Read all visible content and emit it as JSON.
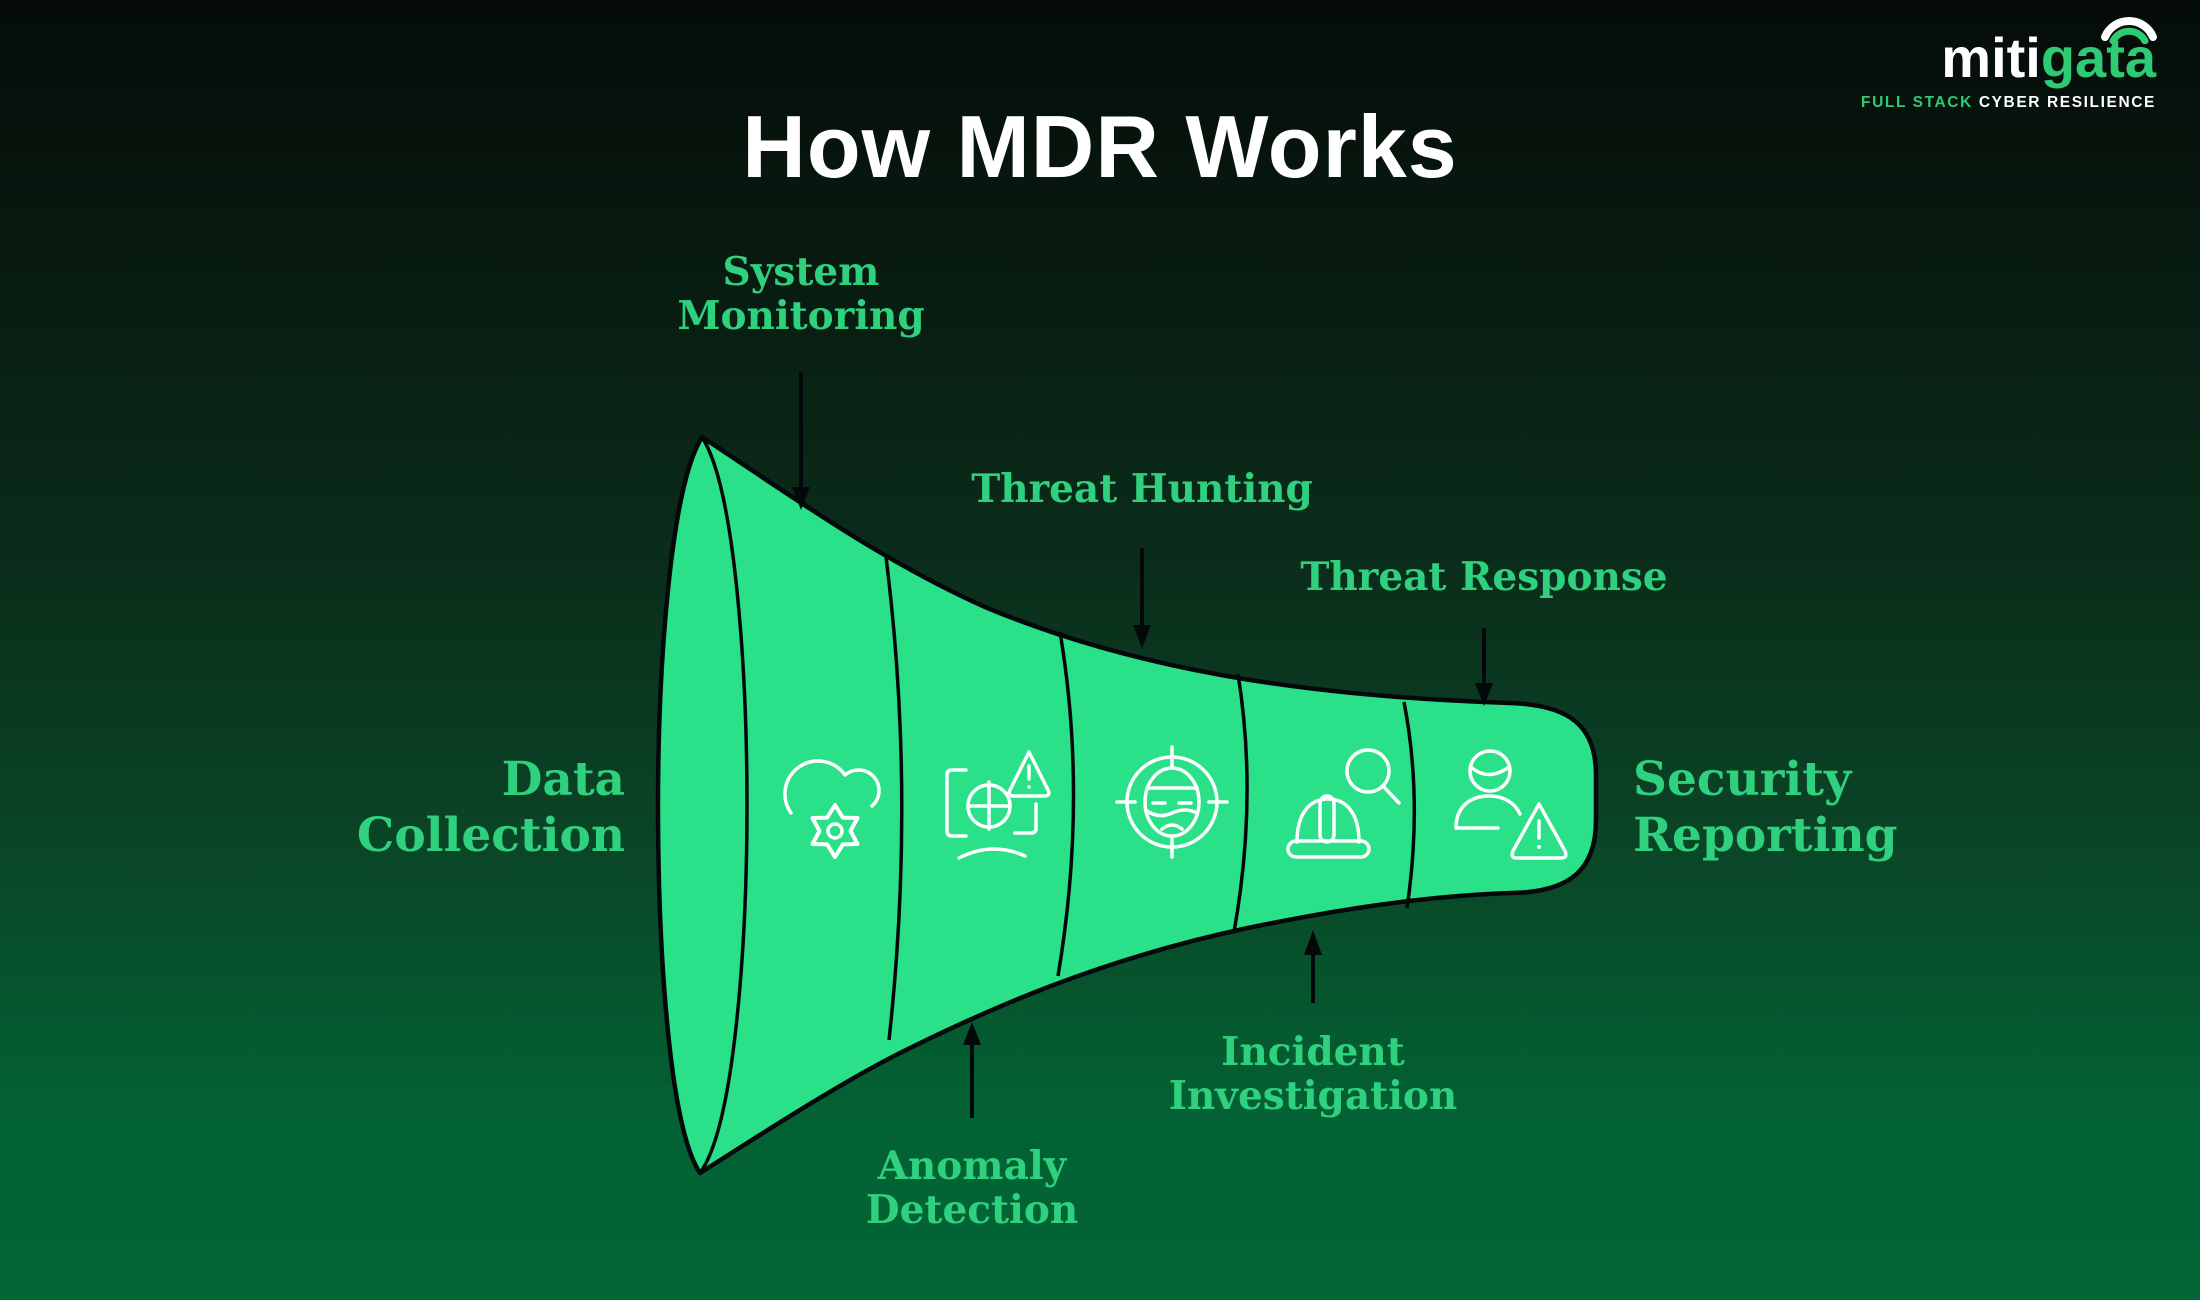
{
  "page": {
    "title": "How MDR Works"
  },
  "logo": {
    "brand_white": "miti",
    "brand_green": "gata",
    "tagline_accent": "FULL STACK",
    "tagline_rest": "CYBER RESILIENCE"
  },
  "colors": {
    "background_top": "#050c08",
    "background_bottom": "#026635",
    "funnel_green": "#2ae088",
    "label_green": "#2fd17f",
    "logo_green": "#2ecb74",
    "icon_stroke": "#ffffff",
    "outline_black": "#05080a"
  },
  "funnel": {
    "left_label": "Data\nCollection",
    "right_label": "Security\nReporting",
    "stages": [
      {
        "label": "System\nMonitoring",
        "icon": "cloud-gear-icon",
        "label_position": "top"
      },
      {
        "label": "Anomaly\nDetection",
        "icon": "pie-chart-alert-icon",
        "label_position": "bottom"
      },
      {
        "label": "Threat Hunting",
        "icon": "target-intruder-icon",
        "label_position": "top"
      },
      {
        "label": "Incident\nInvestigation",
        "icon": "magnifier-hardhat-icon",
        "label_position": "bottom"
      },
      {
        "label": "Threat Response",
        "icon": "person-alert-icon",
        "label_position": "top"
      }
    ]
  }
}
